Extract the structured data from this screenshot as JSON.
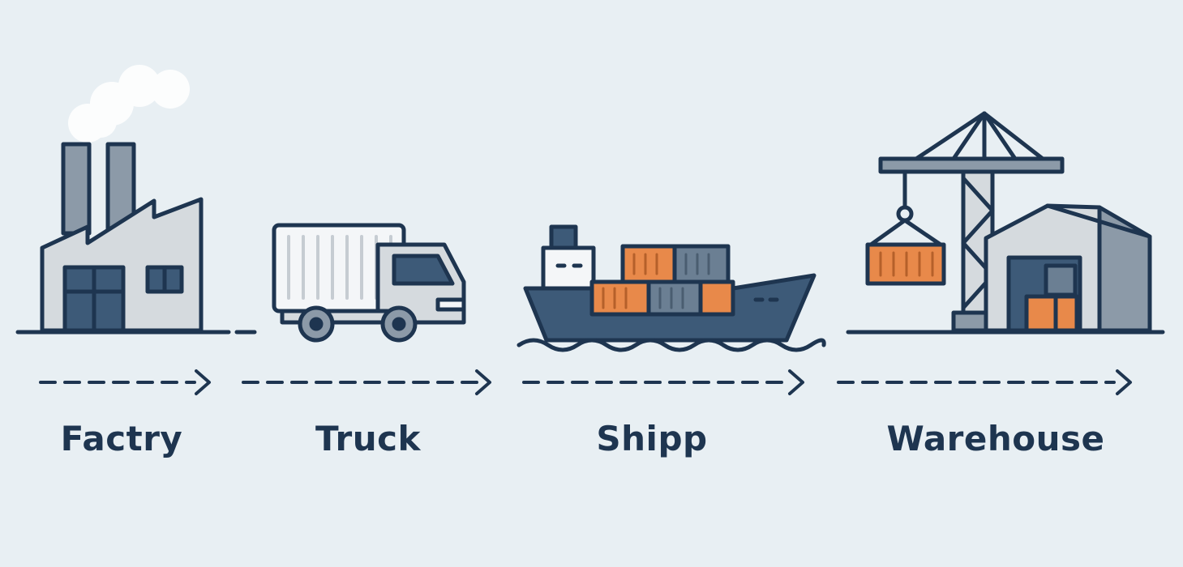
{
  "stages": [
    {
      "label": "Factry",
      "icon": "factory-icon"
    },
    {
      "label": "Truck",
      "icon": "truck-icon"
    },
    {
      "label": "Shipp",
      "icon": "cargo-ship-icon"
    },
    {
      "label": "Warehouse",
      "icon": "warehouse-crane-icon"
    }
  ],
  "colors": {
    "background": "#e8eff3",
    "outline": "#1e3550",
    "steel_blue": "#3d5a78",
    "gray_wall": "#d5dade",
    "container_orange": "#e8894a",
    "container_gray": "#6b7f93"
  }
}
